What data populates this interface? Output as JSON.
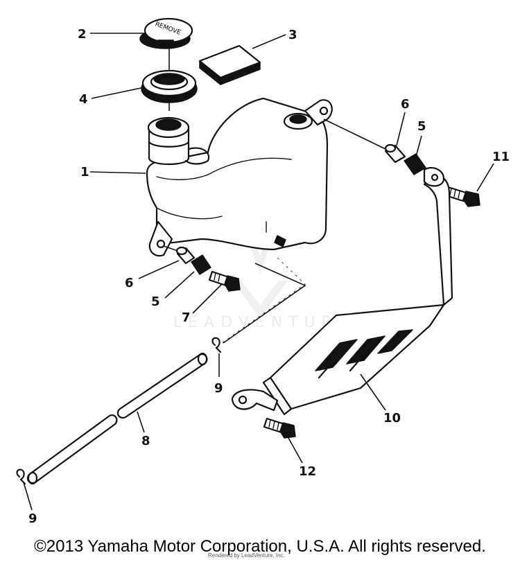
{
  "diagram": {
    "part_labels": [
      "1",
      "2",
      "3",
      "4",
      "5",
      "5",
      "6",
      "6",
      "7",
      "8",
      "9",
      "9",
      "10",
      "11",
      "12"
    ],
    "cap_lettering": "REMOVE",
    "watermark": "LEADVENTURE"
  },
  "footer": {
    "copyright": "©2013 Yamaha Motor Corporation, U.S.A. All rights reserved.",
    "rendered_by": "Rendered by LeadVenture, Inc."
  }
}
